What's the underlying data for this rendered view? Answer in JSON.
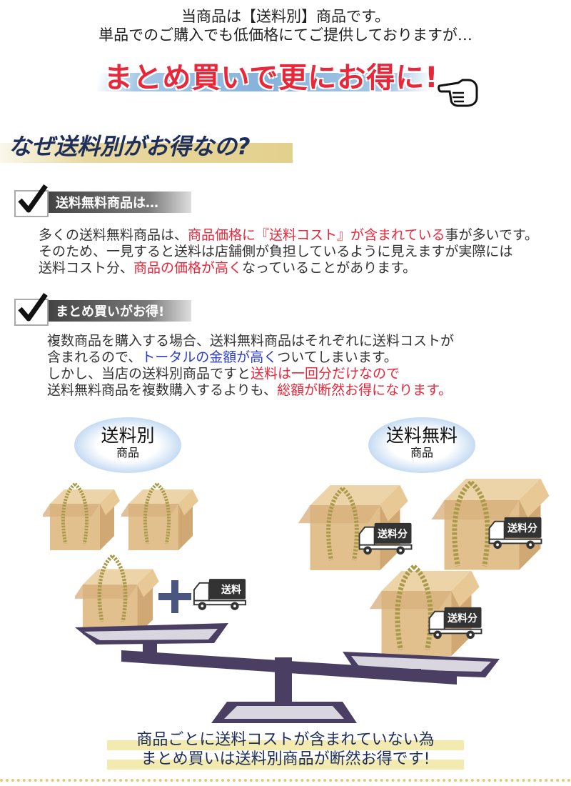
{
  "intro": {
    "line1": "当商品は【送料別】商品です。",
    "line2": "単品でのご購入でも低価格にてご提供しておりますが…"
  },
  "headline": "まとめ買いで更にお得に!",
  "why_title": "なぜ送料別がお得なの?",
  "section1": {
    "label": "送料無料商品は…",
    "lines": [
      {
        "pre": "多くの送料無料商品は、",
        "hl": "商品価格に『送料コスト』が含まれている",
        "post": "事が多いです。"
      },
      {
        "pre": "そのため、一見すると送料は店舗側が負担しているように見えますが実際には",
        "hl": "",
        "post": ""
      },
      {
        "pre": "送料コスト分、",
        "hl": "商品の価格が高く",
        "post": "なっていることがあります。"
      }
    ]
  },
  "section2": {
    "label": "まとめ買いがお得!",
    "line1": "複数商品を購入する場合、送料無料商品はそれぞれに送料コストが",
    "line2_pre": "含まれるので、",
    "line2_hl": "トータルの金額が高く",
    "line2_post": "ついてしまいます。",
    "line3_pre": "しかし、当店の送料別商品ですと",
    "line3_hl": "送料は一回分だけなので",
    "line4_pre": "送料無料商品を複数購入するよりも、",
    "line4_hl": "総額が断然お得になります。"
  },
  "bubble_left": {
    "line1": "送料別",
    "line2": "商品"
  },
  "bubble_right": {
    "line1": "送料無料",
    "line2": "商品"
  },
  "truck_labels": {
    "single": "送料",
    "per_item": "送料分"
  },
  "bottom": {
    "line1": "商品ごとに送料コストが含まれていない為",
    "line2": "まとめ買いは送料別商品が断然お得です!"
  },
  "colors": {
    "accent_red": "#e8273a",
    "accent_blue": "#2d3ec9",
    "navy": "#1f2f5a",
    "box": "#e2c08e",
    "scale": "#4a3f63"
  }
}
